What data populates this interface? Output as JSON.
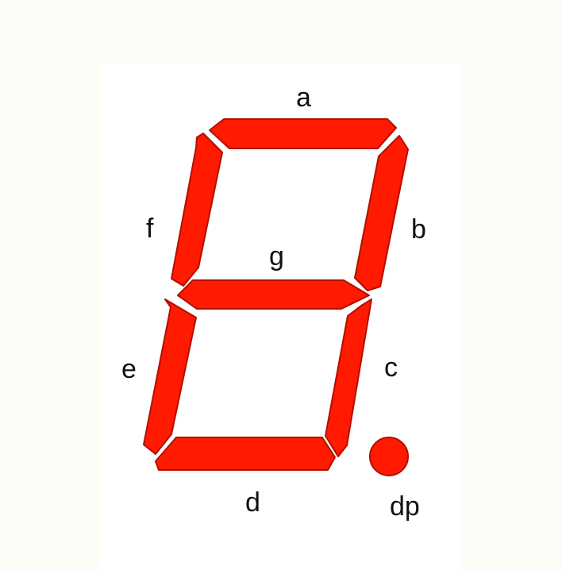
{
  "diagram": {
    "colors": {
      "segment_fill": "#ff1a00",
      "segment_stroke": "#b30f00",
      "background": "#fdfdf8",
      "panel": "#ffffff",
      "label": "#111111"
    },
    "segments": [
      {
        "id": "a",
        "label": "a"
      },
      {
        "id": "b",
        "label": "b"
      },
      {
        "id": "c",
        "label": "c"
      },
      {
        "id": "d",
        "label": "d"
      },
      {
        "id": "e",
        "label": "e"
      },
      {
        "id": "f",
        "label": "f"
      },
      {
        "id": "g",
        "label": "g"
      },
      {
        "id": "dp",
        "label": "dp"
      }
    ]
  }
}
